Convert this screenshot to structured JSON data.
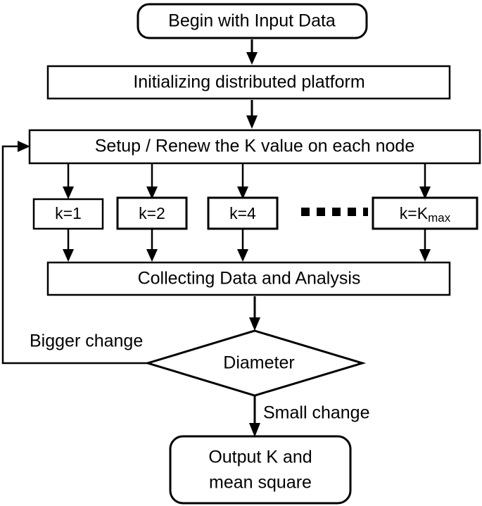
{
  "diagram": {
    "title": "Distributed K-value selection flowchart",
    "colors": {
      "stroke": "#000000",
      "fill": "#ffffff",
      "text": "#000000"
    },
    "nodes": {
      "start": {
        "label": "Begin with Input Data",
        "shape": "rounded-rectangle"
      },
      "init": {
        "label": "Initializing distributed platform",
        "shape": "rectangle"
      },
      "setup": {
        "label": "Setup / Renew the K value on each node",
        "shape": "rectangle"
      },
      "k1": {
        "label": "k=1",
        "shape": "rectangle"
      },
      "k2": {
        "label": "k=2",
        "shape": "rectangle"
      },
      "k4": {
        "label": "k=4",
        "shape": "rectangle"
      },
      "kmax": {
        "label_main": "k=K",
        "label_sub": "max",
        "shape": "rectangle"
      },
      "ellipsis": {
        "label": "■ ■ ■ ■ ■",
        "dot_count": 5
      },
      "collect": {
        "label": "Collecting Data and Analysis",
        "shape": "rectangle"
      },
      "decision": {
        "label": "Diameter",
        "shape": "diamond"
      },
      "output": {
        "label_line1": "Output K and",
        "label_line2": "mean square",
        "shape": "rounded-rectangle"
      }
    },
    "edge_labels": {
      "bigger_change": "Bigger change",
      "small_change": "Small change"
    }
  }
}
